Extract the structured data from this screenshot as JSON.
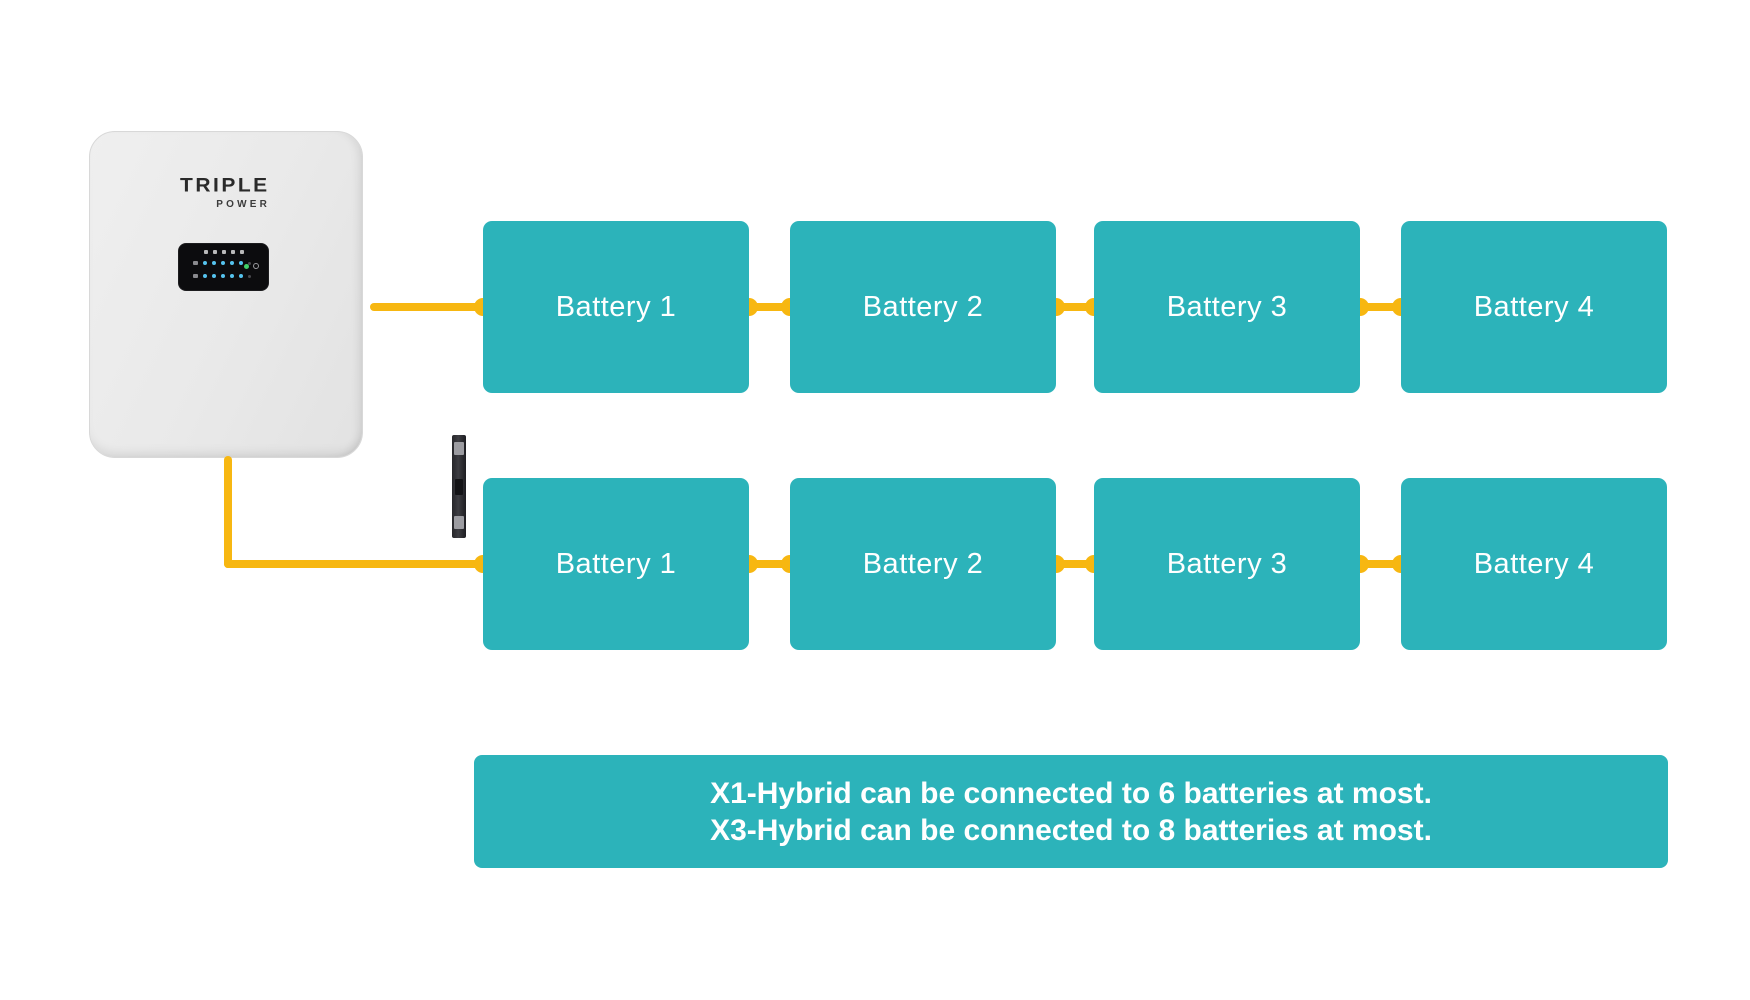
{
  "colors": {
    "teal": "#2CB3BA",
    "yellow": "#F7B711",
    "led_blue": "#55C3EE",
    "status_green": "#41D068"
  },
  "inverter": {
    "brand_line1": "TRIPLE",
    "brand_line2": "POWER",
    "display": {
      "led_rows": 2,
      "leds_per_row": 5,
      "icons": [
        "micro-icon",
        "micro-icon",
        "micro-icon",
        "micro-icon",
        "micro-icon"
      ]
    }
  },
  "strings": [
    {
      "name": "battery-string-1",
      "batteries": [
        "Battery 1",
        "Battery 2",
        "Battery 3",
        "Battery 4"
      ]
    },
    {
      "name": "battery-string-2",
      "batteries": [
        "Battery 1",
        "Battery 2",
        "Battery 3",
        "Battery 4"
      ]
    }
  ],
  "note": {
    "line1": "X1-Hybrid can be connected to 6 batteries at most.",
    "line2": "X3-Hybrid can be connected to 8 batteries at most."
  }
}
